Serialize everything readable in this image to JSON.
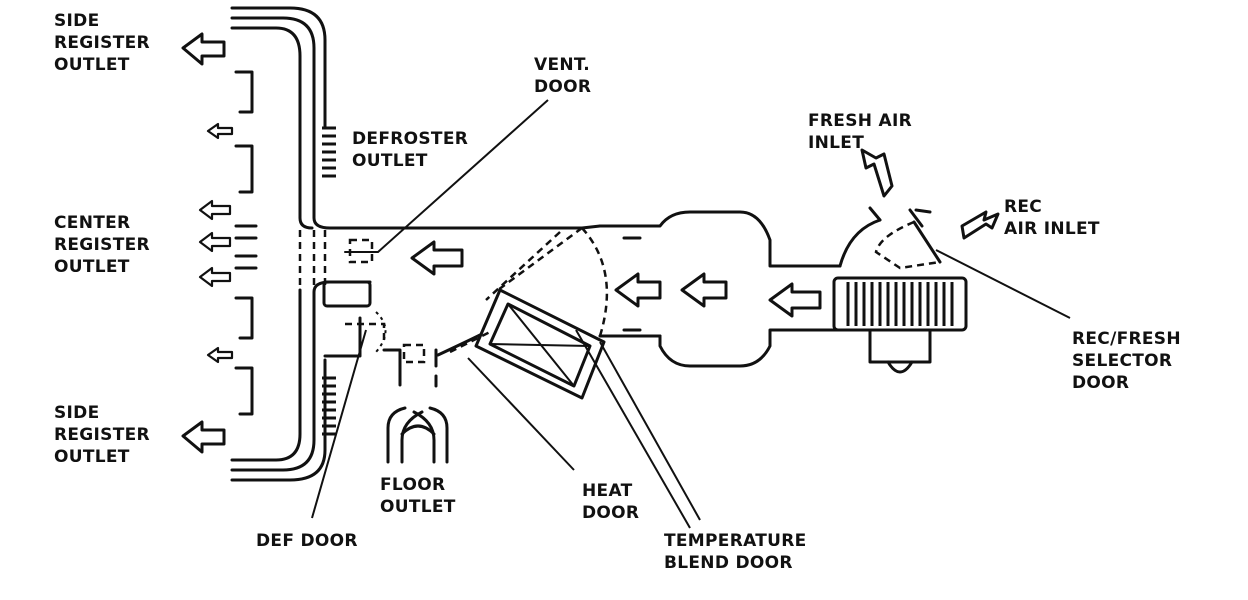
{
  "labels": {
    "side_register_top": [
      "SIDE",
      "REGISTER",
      "OUTLET"
    ],
    "center_register": [
      "CENTER",
      "REGISTER",
      "OUTLET"
    ],
    "side_register_bottom": [
      "SIDE",
      "REGISTER",
      "OUTLET"
    ],
    "defroster_outlet": [
      "DEFROSTER",
      "OUTLET"
    ],
    "vent_door": [
      "VENT.",
      "DOOR"
    ],
    "fresh_air_inlet": [
      "FRESH AIR",
      "INLET"
    ],
    "rec_air_inlet": [
      "REC",
      "AIR INLET"
    ],
    "rec_fresh_selector_door": [
      "REC/FRESH",
      "SELECTOR",
      "DOOR"
    ],
    "def_door": "DEF DOOR",
    "floor_outlet": [
      "FLOOR",
      "OUTLET"
    ],
    "heat_door": [
      "HEAT",
      "DOOR"
    ],
    "temperature_blend_door": [
      "TEMPERATURE",
      "BLEND DOOR"
    ]
  }
}
